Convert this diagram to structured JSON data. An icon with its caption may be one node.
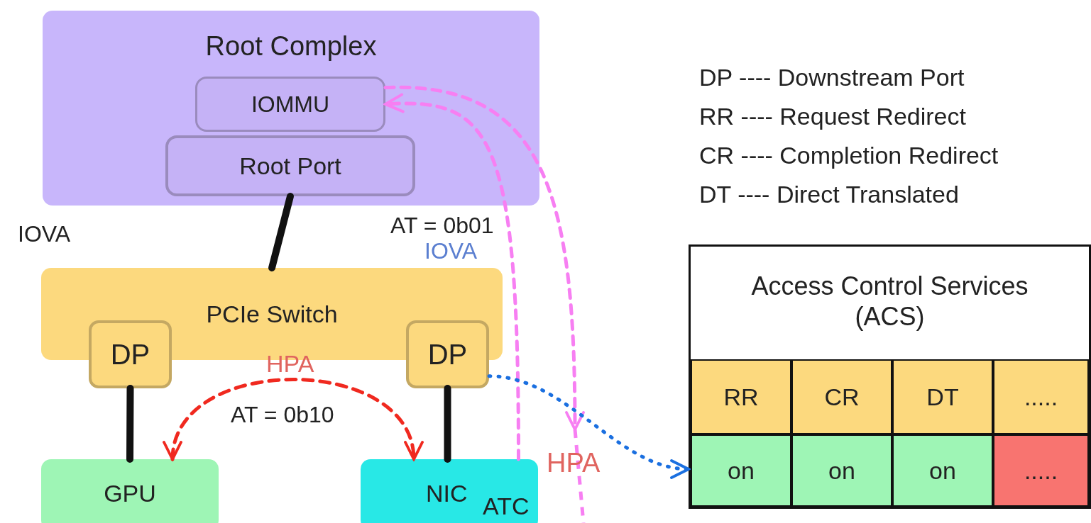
{
  "diagram": {
    "nodes": [
      {
        "text": [
          "Root Complex"
        ]
      },
      {
        "text": [
          "IOMMU"
        ],
        "in": 0
      },
      {
        "text": [
          "Root Port"
        ],
        "in": 0
      },
      {
        "text": [
          "PCIe Switch"
        ]
      },
      {
        "text": [
          "DP"
        ]
      },
      {
        "text": [
          "DP"
        ]
      },
      {
        "text": [
          "GPU"
        ]
      },
      {
        "text": [
          "NIC",
          "ATC"
        ]
      },
      {
        "text": [
          "Access Control Services (ACS)"
        ]
      },
      {
        "text": [
          "RR"
        ],
        "in": 8
      },
      {
        "text": [
          "CR"
        ],
        "in": 8
      },
      {
        "text": [
          "DT"
        ],
        "in": 8
      },
      {
        "text": [
          "....."
        ],
        "in": 8
      },
      {
        "text": [
          "on"
        ],
        "in": 8
      },
      {
        "text": [
          "on"
        ],
        "in": 8
      },
      {
        "text": [
          "on"
        ],
        "in": 8
      },
      {
        "text": [
          "....."
        ],
        "in": 8
      }
    ],
    "edges": [
      {
        "from": 2,
        "to": 3,
        "arrow": "none",
        "style": "thick"
      },
      {
        "from": 4,
        "to": 6,
        "arrow": "none",
        "style": "thick"
      },
      {
        "from": 5,
        "to": 7,
        "arrow": "none",
        "style": "thick"
      },
      {
        "from": 6,
        "to": 7,
        "arrow": "both",
        "style": "dashed",
        "color": "#f0291f",
        "label": "HPA"
      },
      {
        "from": 7,
        "to": 1,
        "arrow": "to",
        "style": "dashed",
        "color": "#f77ff2"
      },
      {
        "from": 1,
        "to": null,
        "arrow": "to",
        "style": "dashed",
        "color": "#f77ff2",
        "label": "HPA"
      },
      {
        "from": 5,
        "to": 8,
        "arrow": "to",
        "style": "dashed",
        "color": "#1a6fe0"
      }
    ],
    "labels": [
      "DP ---- Downstream Port",
      "RR ---- Request Redirect",
      "CR ---- Completion Redirect",
      "DT ---- Direct Translated",
      "AT = 0b01",
      "IOVA",
      "IOVA",
      "AT = 0b10"
    ]
  }
}
